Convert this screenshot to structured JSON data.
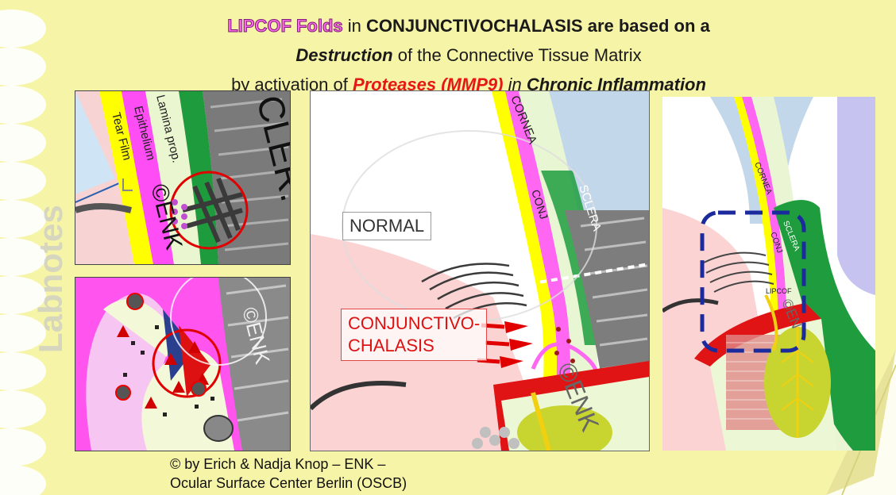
{
  "title": {
    "line1_a": "LIPCOF Folds",
    "line1_b": " in ",
    "line1_c": "CONJUNCTIVOCHALASIS are based on a",
    "line2_a": "Destruction",
    "line2_b": " of the Connective Tissue Matrix",
    "line3_a": "by activation of  ",
    "line3_b": "Proteases (MMP9)",
    "line3_c": " in ",
    "line3_d": "Chronic Inflammation"
  },
  "panel_top_left": {
    "tear_film": "Tear Film",
    "epithelium": "Epithelium",
    "lamina": "Lamina prop.",
    "sclera_partial": "CLER.",
    "copyright": "©ENK"
  },
  "panel_bottom_left": {
    "copyright": "©ENK"
  },
  "panel_center": {
    "cornea": "CORNEA",
    "conj": "CONJ",
    "sclera": "SCLERA",
    "normal": "NORMAL",
    "conjunctivo_1": "CONJUNCTIVO-",
    "conjunctivo_2": "CHALASIS",
    "copyright": "©ENK"
  },
  "panel_right": {
    "cornea": "CORNEA",
    "sclera": "SCLERA",
    "conj": "CONJ",
    "lipcof": "LIPCOF",
    "copyright": "©EN"
  },
  "watermark": "Labnotes",
  "credit": {
    "line1": "© by Erich & Nadja Knop – ENK –",
    "line2": "Ocular Surface Center Berlin (OSCB)"
  },
  "colors": {
    "background": "#f5f3a8",
    "pink_title": "#ff6be6",
    "red_emphasis": "#e61717",
    "dashed_box": "#1b2a9c"
  }
}
